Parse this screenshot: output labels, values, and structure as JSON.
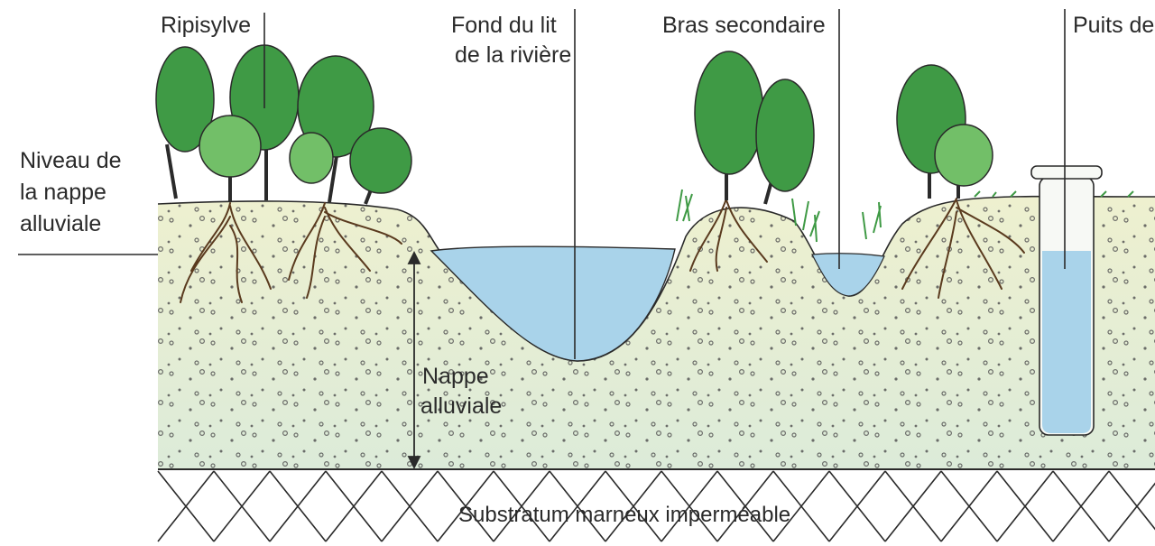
{
  "labels": {
    "ripisylve": "Ripisylve",
    "fond_line1": "Fond du lit",
    "fond_line2": "de la rivière",
    "bras": "Bras secondaire",
    "puits": "Puits de",
    "niveau_line1": "Niveau de",
    "niveau_line2": "la nappe",
    "niveau_line3": "alluviale",
    "nappe_line1": "Nappe",
    "nappe_line2": "alluviale",
    "substratum": "Substratum marneux imperméable"
  },
  "colors": {
    "soil": "#e4ebcf",
    "water": "#a9d3ea",
    "foliage": "#3f9a45",
    "foliage_light": "#72bf68",
    "outline": "#2a2a2a"
  }
}
